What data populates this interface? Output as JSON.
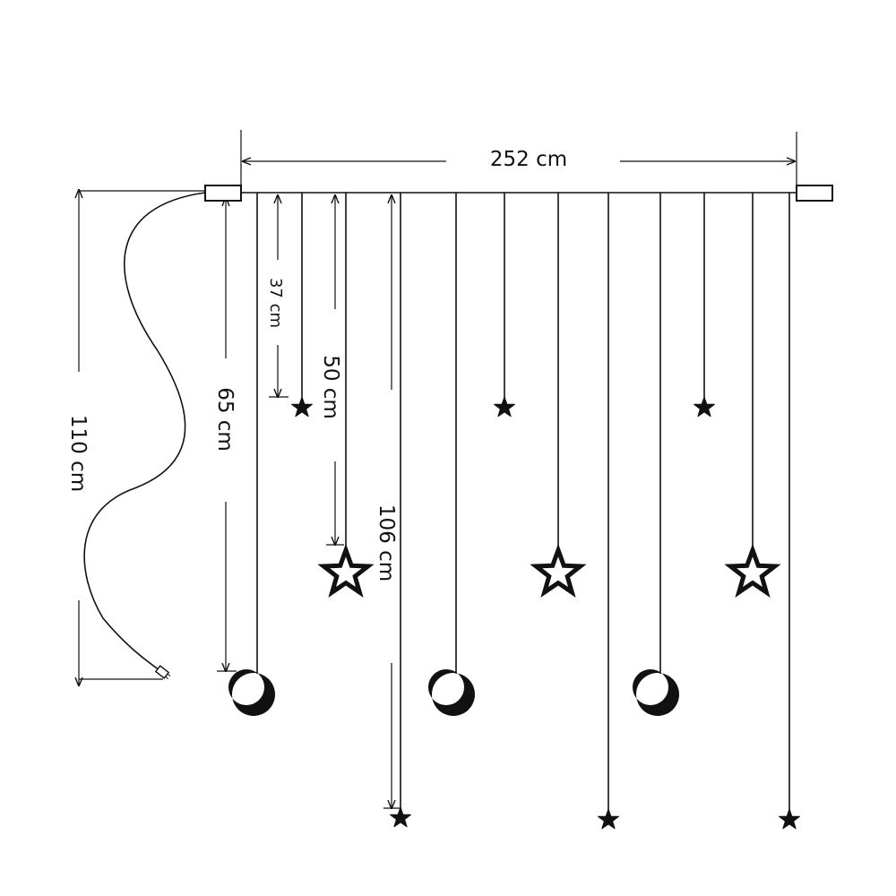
{
  "dimensions": {
    "width_label": "252 cm",
    "cable_label": "110 cm",
    "moon_drop_label": "65 cm",
    "small_star_label": "37 cm",
    "big_star_label": "50 cm",
    "long_star_label": "106 cm"
  },
  "colors": {
    "line": "#111111",
    "background": "#ffffff"
  },
  "icons": {
    "small_star": "small-star-icon",
    "outline_star": "outline-star-icon",
    "moon": "crescent-moon-icon",
    "plug": "plug-icon"
  }
}
